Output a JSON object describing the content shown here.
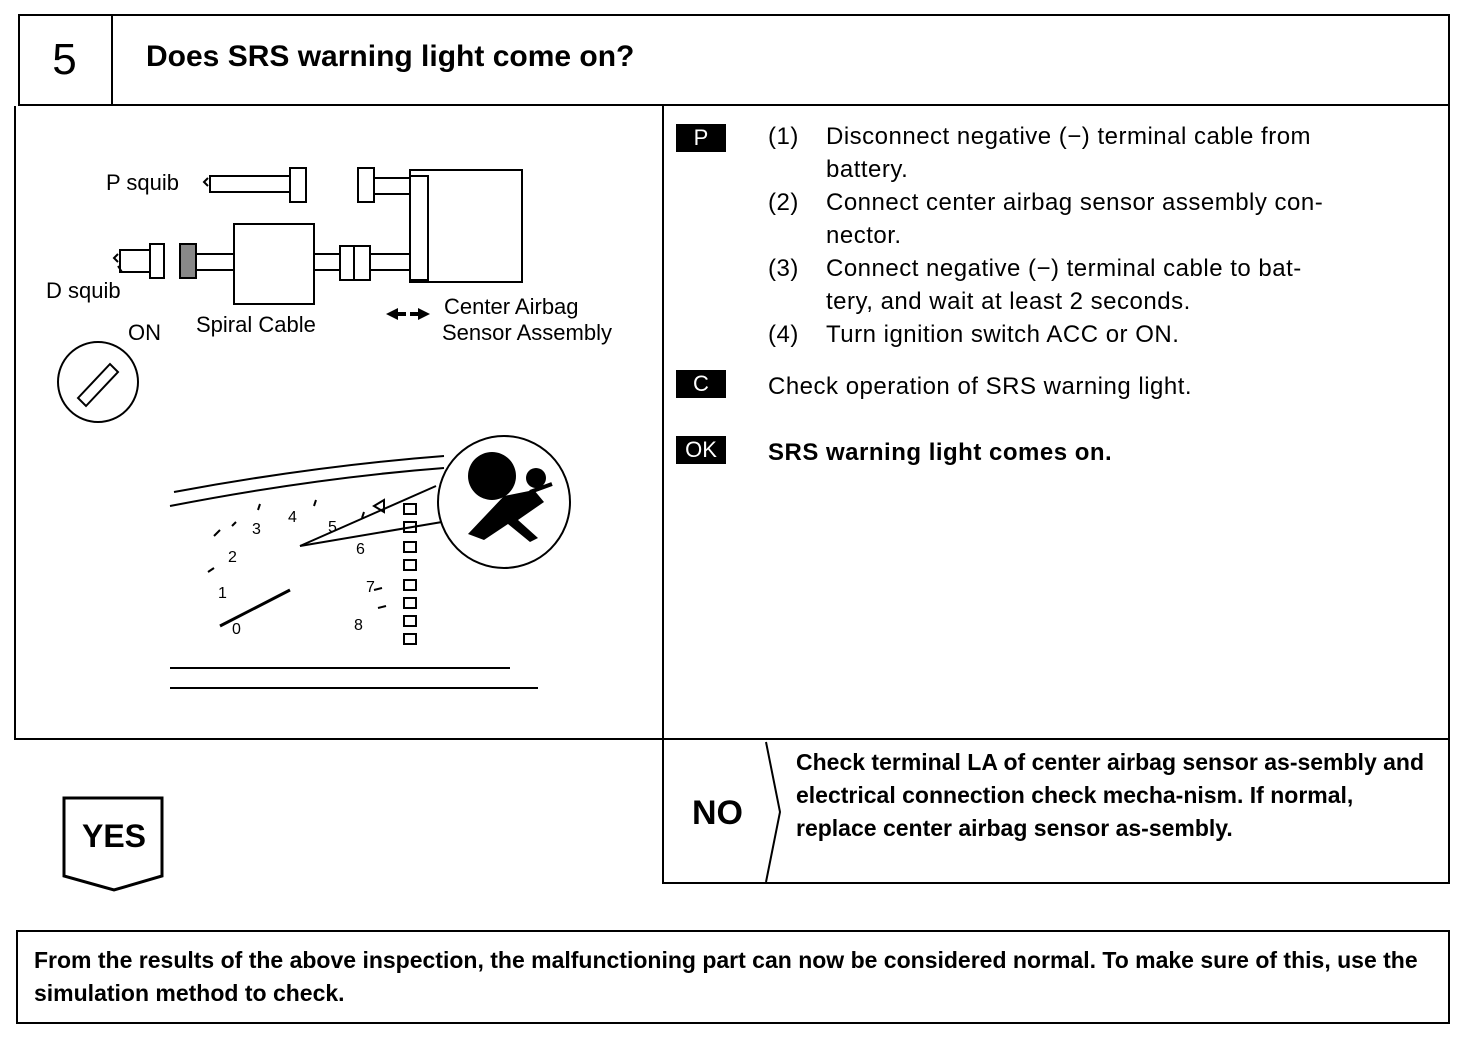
{
  "header": {
    "step_number": "5",
    "title": "Does SRS warning light come on?"
  },
  "illustration": {
    "labels": {
      "p_squib": "P squib",
      "d_squib": "D squib",
      "spiral_cable": "Spiral Cable",
      "center_airbag_line1": "Center Airbag",
      "center_airbag_line2": "Sensor Assembly",
      "ignition": "ON"
    },
    "gauge_numbers": [
      "0",
      "1",
      "2",
      "3",
      "4",
      "5",
      "6",
      "7",
      "8"
    ]
  },
  "instructions": {
    "prepare_tag": "P",
    "steps": [
      {
        "num": "(1)",
        "line1": "Disconnect negative (−) terminal cable from",
        "line2": "battery."
      },
      {
        "num": "(2)",
        "line1": "Connect center airbag sensor assembly con-",
        "line2": "nector."
      },
      {
        "num": "(3)",
        "line1": "Connect negative (−) terminal cable to bat-",
        "line2": "tery, and wait at least 2 seconds."
      },
      {
        "num": "(4)",
        "line1": "Turn ignition switch ACC or ON.",
        "line2": ""
      }
    ],
    "check_tag": "C",
    "check_text": "Check operation of SRS warning light.",
    "ok_tag": "OK",
    "ok_text": "SRS warning light comes on."
  },
  "branches": {
    "yes_label": "YES",
    "no_label": "NO",
    "no_text": "Check terminal LA of center airbag sensor as-sembly and electrical connection check mecha-nism. If normal, replace center airbag sensor as-sembly."
  },
  "footer": {
    "text": "From the results of the above inspection, the malfunctioning part can now be considered normal. To make sure of this, use the simulation method to check."
  }
}
